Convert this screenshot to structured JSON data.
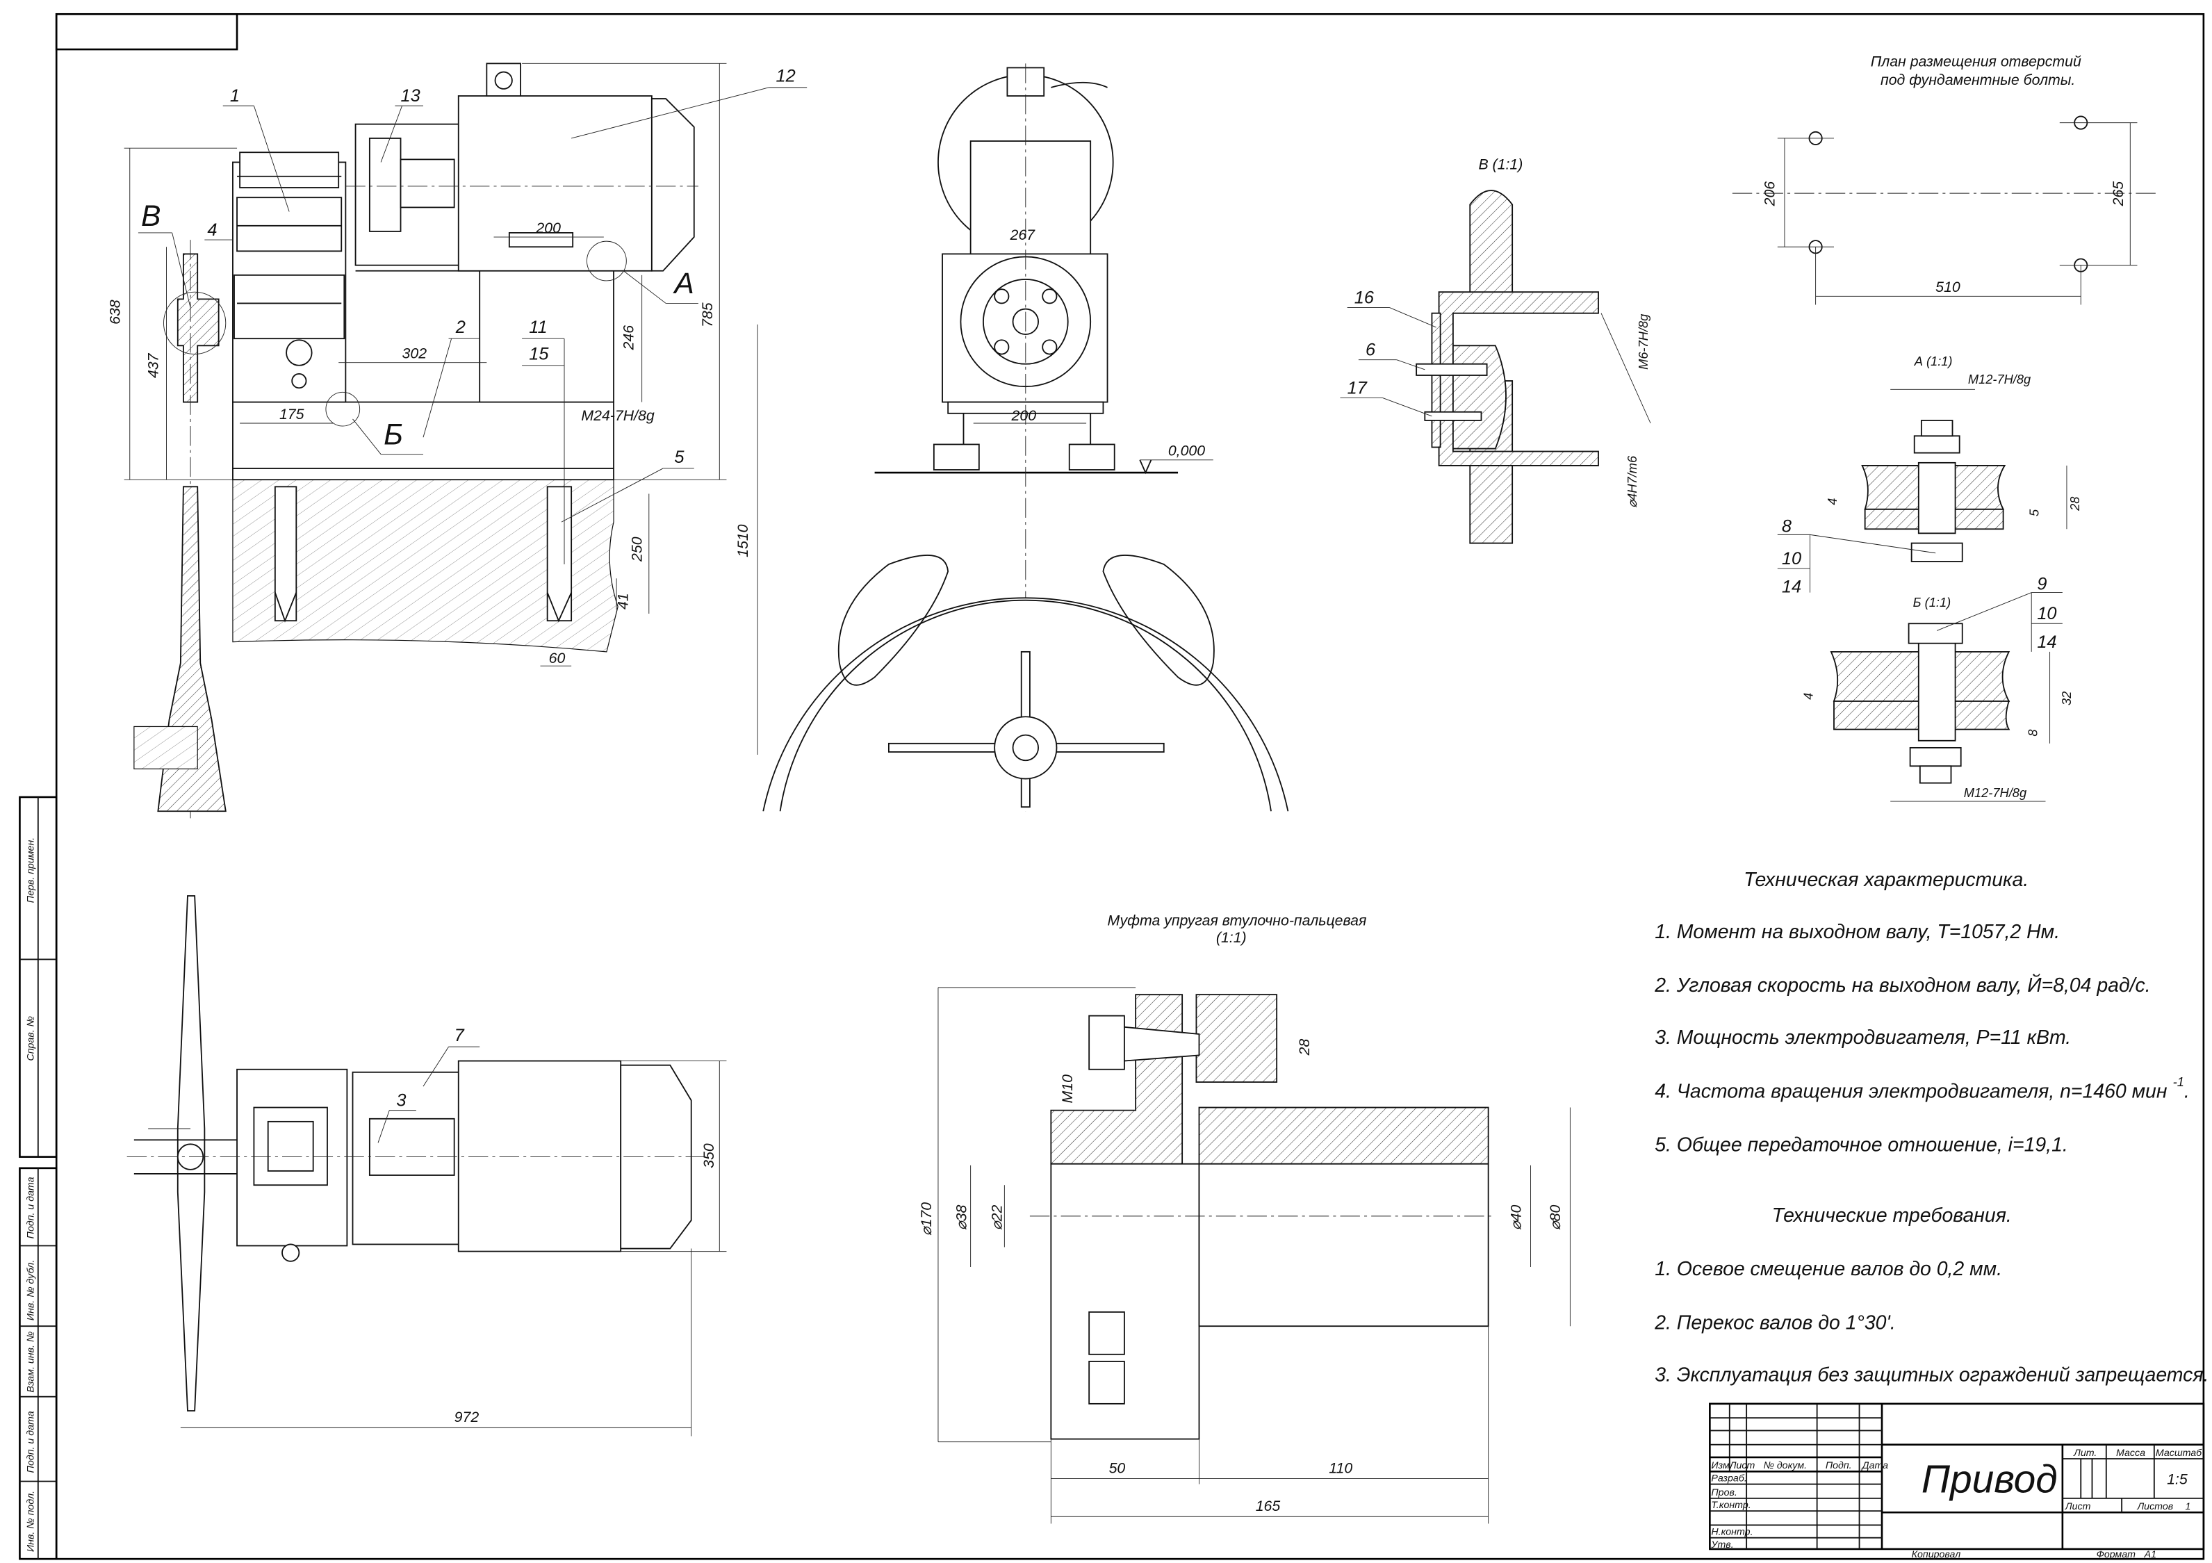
{
  "title_block": {
    "title": "Привод",
    "izm": "Изм.",
    "list": "Лист",
    "doc_no": "№ докум.",
    "sign": "Подп.",
    "date": "Дата",
    "rows": [
      "Разраб.",
      "Пров.",
      "Т.контр.",
      "Н.контр.",
      "Утв."
    ],
    "lit_label": "Лит.",
    "mass_label": "Масса",
    "scale_label": "Масштаб",
    "scale": "1:5",
    "sheet_label": "Лист",
    "sheets_label": "Листов",
    "sheets": "1",
    "copied": "Копировал",
    "format_label": "Формат",
    "format": "A1"
  },
  "margin_stamp": [
    "Перв. примен.",
    "Справ. №",
    "Подп. и дата",
    "Инв. № дубл.",
    "Взам. инв. №",
    "Подп. и дата",
    "Инв. № подл."
  ],
  "tech_characteristics": {
    "title": "Техническая характеристика.",
    "items": [
      "1. Момент на выходном валу, T=1057,2 Нм.",
      "2. Угловая скорость на выходном валу, Й=8,04 рад/с.",
      "3. Мощность электродвигателя, P=11 кВт.",
      "4. Частота вращения электродвигателя, n=1460 мин",
      "5. Общее передаточное отношение, i=19,1."
    ],
    "item4_exponent": "-1",
    "item4_end": "."
  },
  "tech_requirements": {
    "title": "Технические требования.",
    "items": [
      "1. Осевое смещение валов до 0,2 мм.",
      "2. Перекос валов до 1°30'.",
      "3. Эксплуатация без защитных ограждений запрещается."
    ]
  },
  "front_view": {
    "callouts": {
      "p1": "1",
      "p13": "13",
      "p12": "12",
      "p4": "4",
      "p2": "2",
      "p11": "11",
      "p15": "15",
      "p5": "5"
    },
    "detail_letters": {
      "v": "В",
      "a": "А",
      "b": "Б"
    },
    "dims": {
      "d638": "638",
      "d437": "437",
      "d785": "785",
      "d246": "246",
      "d302": "302",
      "d200": "200",
      "d175": "175",
      "d250": "250",
      "d41": "41",
      "d60": "60",
      "thread": "M24-7H/8g"
    }
  },
  "side_view": {
    "dims": {
      "d267": "267",
      "d200": "200",
      "d1510": "1510",
      "level": "0,000"
    }
  },
  "plan_view": {
    "callouts": {
      "p7": "7",
      "p3": "3"
    },
    "dims": {
      "d350": "350",
      "d972": "972"
    }
  },
  "foundation_plan": {
    "title_line1": "План размещения отверстий",
    "title_line2": "под фундаментные болты.",
    "dims": {
      "d206": "206",
      "d265": "265",
      "d510": "510"
    }
  },
  "section_v": {
    "title": "В (1:1)",
    "callouts": {
      "p16": "16",
      "p6": "6",
      "p17": "17"
    },
    "fit1": "M6-7H/8g",
    "fit2": "⌀4H7/m6"
  },
  "section_a": {
    "title": "А (1:1)",
    "thread": "M12-7H/8g",
    "callouts": [
      "8",
      "10",
      "14"
    ],
    "dims": {
      "d4": "4",
      "d5": "5",
      "d28": "28"
    }
  },
  "section_b": {
    "title": "Б (1:1)",
    "thread": "M12-7H/8g",
    "callouts": [
      "9",
      "10",
      "14"
    ],
    "dims": {
      "d4": "4",
      "d32": "32",
      "d8": "8"
    }
  },
  "coupling": {
    "title": "Муфта упругая втулочно-пальцевая",
    "scale": "(1:1)",
    "dims": {
      "m10": "M10",
      "d28": "28",
      "d170": "⌀170",
      "d38": "⌀38",
      "d22": "⌀22",
      "d40": "⌀40",
      "d80": "⌀80",
      "l50": "50",
      "l110": "110",
      "l165": "165"
    }
  }
}
